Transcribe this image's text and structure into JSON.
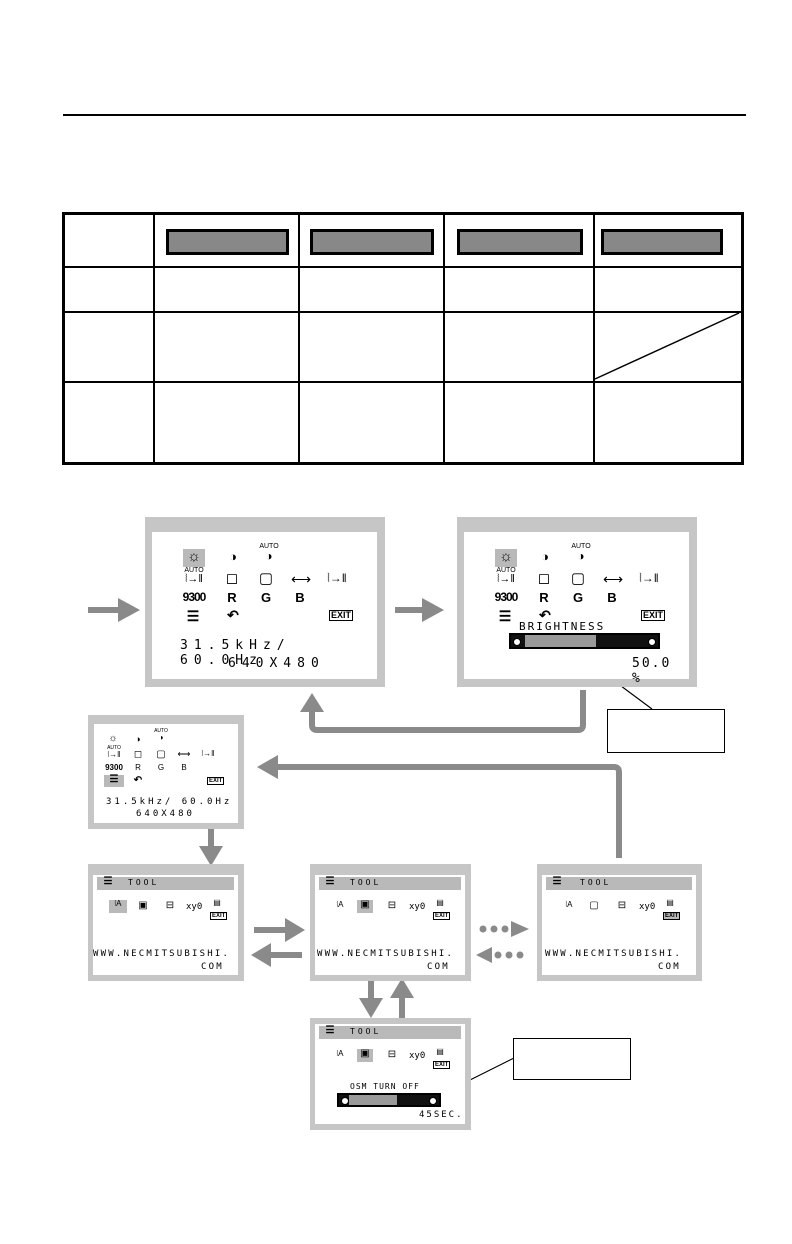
{
  "screen_main": {
    "icons": {
      "auto_label": "AUTO",
      "color_preset": "9300",
      "r": "R",
      "g": "G",
      "b": "B",
      "exit": "EXIT"
    },
    "frequency": "31.5kHz/ 60.0Hz",
    "resolution": "640X480"
  },
  "screen_brightness": {
    "label": "BRIGHTNESS",
    "value": "50.0 %",
    "level_percent": 50
  },
  "screen_tool": {
    "title": "TOOL",
    "xy_label": "xy0",
    "url_line1": "WWW.NECMITSUBISHI.",
    "url_line2": "COM",
    "osm_turn_off_label": "OSM TURN OFF",
    "seconds": "45SEC."
  },
  "colors": {
    "osd_frame": "#c6c6c6",
    "arrow": "#8a8a8a",
    "selected": "#b9b9b9"
  }
}
